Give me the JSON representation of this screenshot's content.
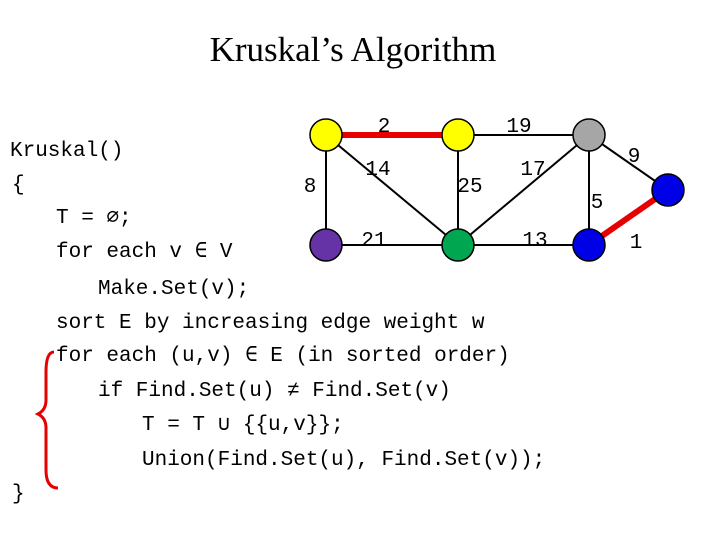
{
  "slide": {
    "title": "Kruskal’s Algorithm",
    "code_lines": [
      "Kruskal()",
      "{",
      "T = ∅;",
      "for each v ∈ V",
      "Make.Set(v);",
      "sort E by increasing edge weight w",
      "for each (u,v) ∈ E (in sorted order)",
      "if Find.Set(u) ≠ Find.Set(v)",
      "T = T ∪ {{u,v}};",
      "Union(Find.Set(u), Find.Set(v));",
      "}"
    ]
  },
  "graph": {
    "colors": {
      "edge": "#000000",
      "tree_edge": "#e60000",
      "node_yellow": "#ffff00",
      "node_gray": "#a6a6a6",
      "node_blue": "#0000e6",
      "node_purple": "#6633a6",
      "node_green": "#00a650",
      "bracket": "#e60000"
    },
    "nodes": [
      {
        "id": "a",
        "color": "yellow"
      },
      {
        "id": "b",
        "color": "yellow"
      },
      {
        "id": "c",
        "color": "gray"
      },
      {
        "id": "d",
        "color": "blue"
      },
      {
        "id": "e",
        "color": "purple"
      },
      {
        "id": "f",
        "color": "green"
      },
      {
        "id": "g",
        "color": "blue"
      }
    ],
    "edges": [
      {
        "from": "a",
        "to": "b",
        "weight": "2",
        "in_tree": true
      },
      {
        "from": "b",
        "to": "c",
        "weight": "19",
        "in_tree": false
      },
      {
        "from": "c",
        "to": "d",
        "weight": "9",
        "in_tree": false
      },
      {
        "from": "a",
        "to": "e",
        "weight": "8",
        "in_tree": false
      },
      {
        "from": "a",
        "to": "f",
        "weight": "14",
        "in_tree": false
      },
      {
        "from": "b",
        "to": "f",
        "weight": "25",
        "in_tree": false
      },
      {
        "from": "c",
        "to": "f",
        "weight": "17",
        "in_tree": false
      },
      {
        "from": "c",
        "to": "g",
        "weight": "5",
        "in_tree": false
      },
      {
        "from": "e",
        "to": "f",
        "weight": "21",
        "in_tree": false
      },
      {
        "from": "f",
        "to": "g",
        "weight": "13",
        "in_tree": false
      },
      {
        "from": "g",
        "to": "d",
        "weight": "1",
        "in_tree": true
      }
    ]
  }
}
